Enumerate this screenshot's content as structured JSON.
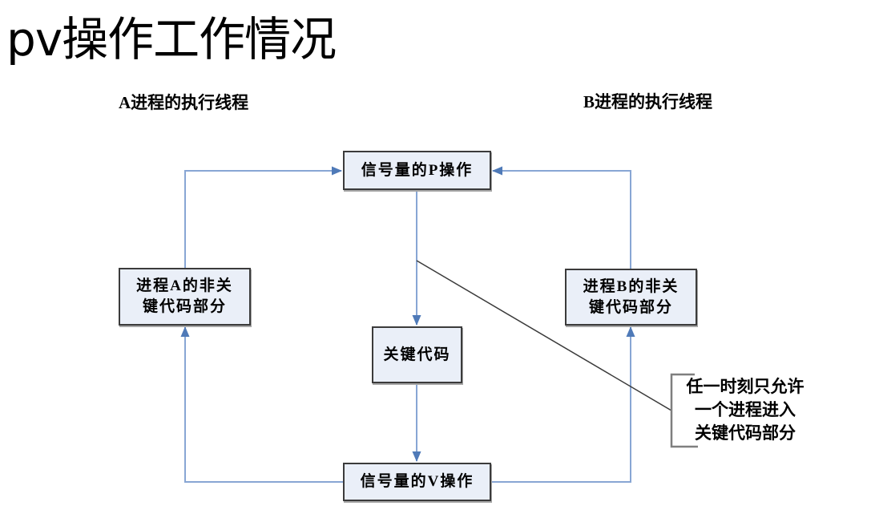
{
  "title": "pv操作工作情况",
  "lane_labels": {
    "a": "A进程的执行线程",
    "b": "B进程的执行线程"
  },
  "nodes": {
    "p_operation": {
      "label": "信号量的P操作"
    },
    "process_a": {
      "line1": "进程A的非关",
      "line2": "键代码部分"
    },
    "process_b": {
      "line1": "进程B的非关",
      "line2": "键代码部分"
    },
    "critical": {
      "label": "关键代码"
    },
    "v_operation": {
      "label": "信号量的V操作"
    }
  },
  "callout": {
    "line1": "任一时刻只允许",
    "line2": "一个进程进入",
    "line3": "关键代码部分"
  },
  "colors": {
    "connector_line": "#88a6d4",
    "arrowhead": "#4f7ab8",
    "node_fill": "#eaeff8",
    "node_border": "#3b3b3b",
    "bracket": "#7f7f7f",
    "callout_line": "#3a3a3a",
    "background": "#ffffff",
    "text": "#000000"
  }
}
